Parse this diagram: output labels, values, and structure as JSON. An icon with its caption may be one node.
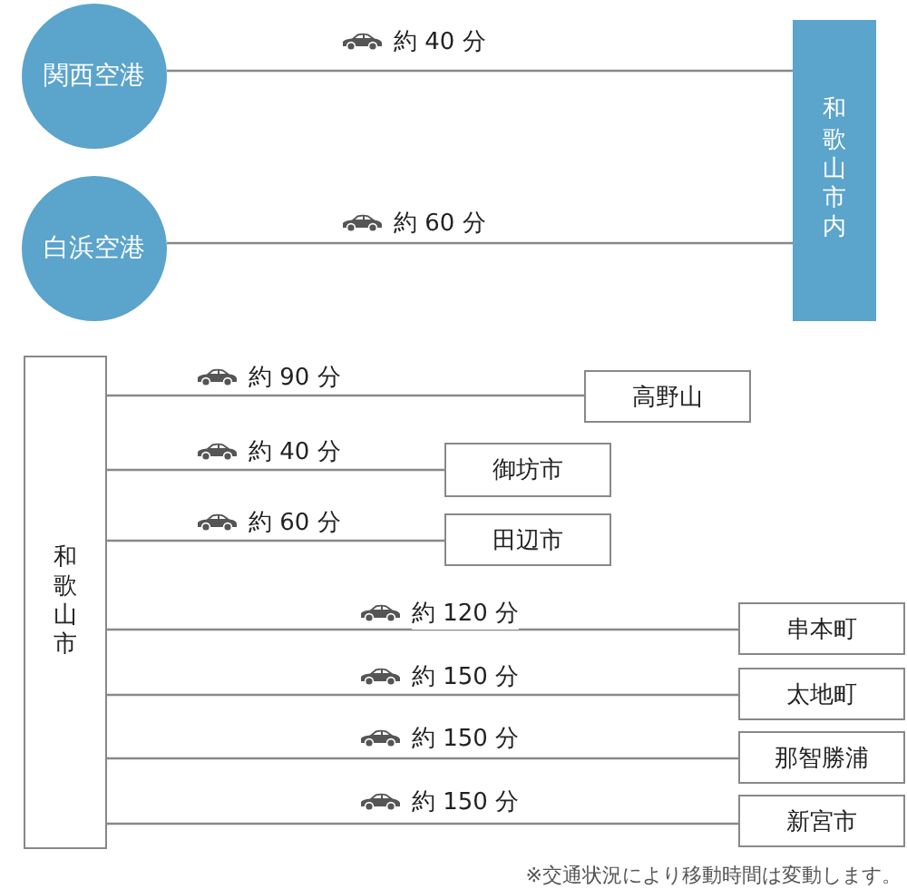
{
  "diagram": {
    "nodes": [
      {
        "text": [
          "関西空港"
        ]
      },
      {
        "text": [
          "白浜空港"
        ]
      },
      {
        "text": [
          "和歌山市内"
        ]
      },
      {
        "text": [
          "和歌山市"
        ]
      },
      {
        "text": [
          "高野山"
        ]
      },
      {
        "text": [
          "御坊市"
        ]
      },
      {
        "text": [
          "田辺市"
        ]
      },
      {
        "text": [
          "串本町"
        ]
      },
      {
        "text": [
          "太地町"
        ]
      },
      {
        "text": [
          "那智勝浦"
        ]
      },
      {
        "text": [
          "新宮市"
        ]
      }
    ],
    "edges": [
      {
        "from": 0,
        "to": 2,
        "arrow": "none",
        "label": "約 40 分"
      },
      {
        "from": 1,
        "to": 2,
        "arrow": "none",
        "label": "約 60 分"
      },
      {
        "from": 3,
        "to": 4,
        "arrow": "none",
        "label": "約 90 分"
      },
      {
        "from": 3,
        "to": 5,
        "arrow": "none",
        "label": "約 40 分"
      },
      {
        "from": 3,
        "to": 6,
        "arrow": "none",
        "label": "約 60 分"
      },
      {
        "from": 3,
        "to": 7,
        "arrow": "none",
        "label": "約 120 分"
      },
      {
        "from": 3,
        "to": 8,
        "arrow": "none",
        "label": "約 150 分"
      },
      {
        "from": 3,
        "to": 9,
        "arrow": "none",
        "label": "約 150 分"
      },
      {
        "from": 3,
        "to": 10,
        "arrow": "none",
        "label": "約 150 分"
      }
    ],
    "labels": [
      "※交通状況により移動時間は変動します。"
    ]
  }
}
